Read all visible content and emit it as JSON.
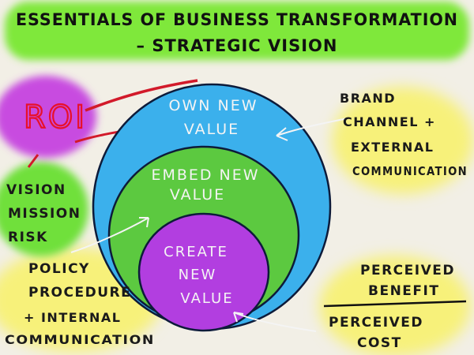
{
  "title": {
    "line1": "ESSENTIALS OF BUSINESS TRANSFORMATION",
    "line2": "– STRATEGIC VISION"
  },
  "roi": {
    "label": "ROI"
  },
  "circles": {
    "outer": {
      "line1": "OWN NEW",
      "line2": "VALUE",
      "color": "#3bb0ec"
    },
    "middle": {
      "line1": "EMBED NEW",
      "line2": "VALUE",
      "color": "#5cc940"
    },
    "inner": {
      "line1": "CREATE",
      "line2": "NEW",
      "line3": "VALUE",
      "color": "#b23ee0"
    }
  },
  "brand_note": {
    "line1": "BRAND",
    "line2": "CHANNEL +",
    "line3": "EXTERNAL",
    "line4": "COMMUNICATION"
  },
  "vision_note": {
    "line1": "VISION",
    "line2": "MISSION",
    "line3": "RISK"
  },
  "policy_note": {
    "line1": "POLICY",
    "line2": "PROCEDURE",
    "line3": "+ INTERNAL",
    "line4": "COMMUNICATION"
  },
  "ratio_note": {
    "numerator_line1": "PERCEIVED",
    "numerator_line2": "BENEFIT",
    "denominator_line1": "PERCEIVED",
    "denominator_line2": "COST"
  },
  "colors": {
    "title_highlight": "#7fe83a",
    "roi_highlight": "#c84be0",
    "roi_text": "#e8102a",
    "connector": "#d21a2a",
    "yellow_highlight": "#f7f17a",
    "green_highlight": "#6fe03a",
    "background": "#f2efe6"
  }
}
